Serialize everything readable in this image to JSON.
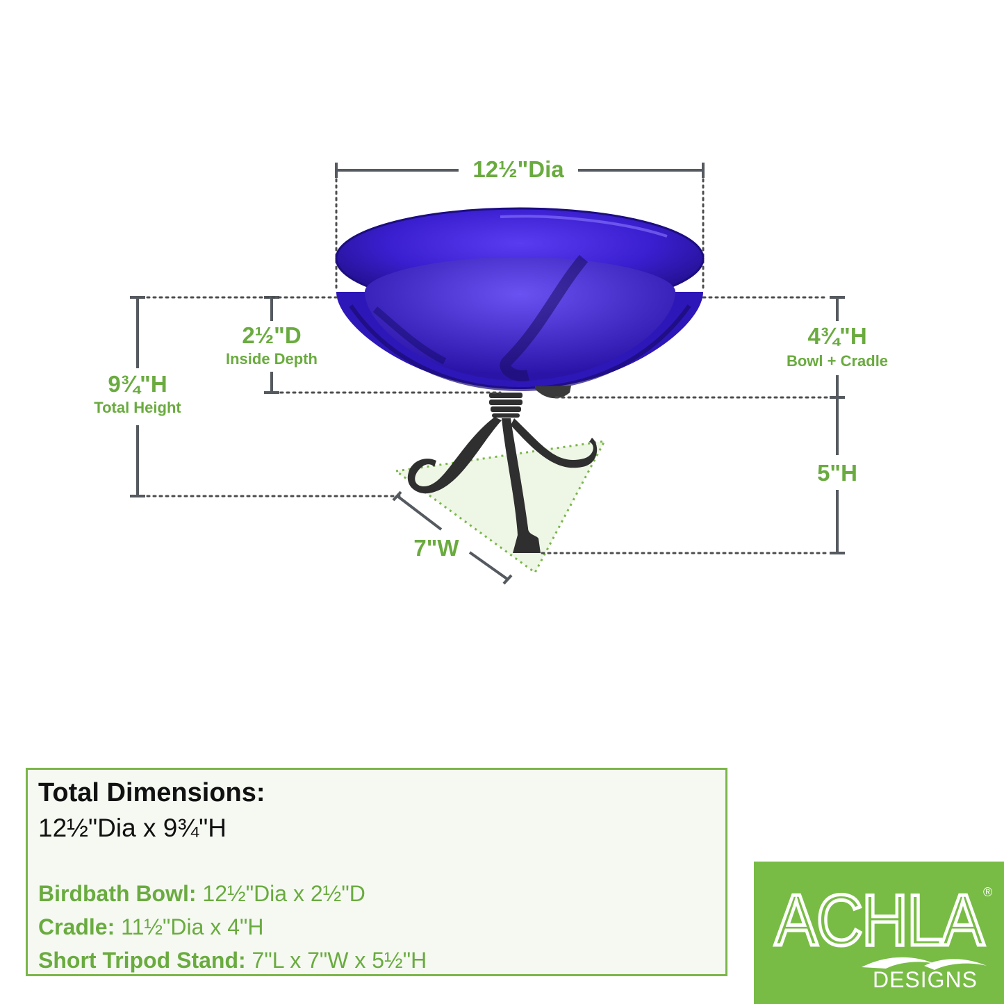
{
  "dimensions": {
    "diameter": "12½\"Dia",
    "inside_depth": "2½\"D",
    "inside_depth_sub": "Inside Depth",
    "total_height": "9¾\"H",
    "total_height_sub": "Total Height",
    "bowl_cradle": "4¾\"H",
    "bowl_cradle_sub": "Bowl + Cradle",
    "stand_height": "5\"H",
    "stand_width": "7\"W"
  },
  "specs": {
    "title": "Total Dimensions:",
    "total": "12½\"Dia x 9¾\"H",
    "items": [
      {
        "label": "Birdbath Bowl:",
        "value": "12½\"Dia x 2½\"D"
      },
      {
        "label": "Cradle:",
        "value": "11½\"Dia x 4\"H"
      },
      {
        "label": "Short Tripod Stand:",
        "value": "7\"L x 7\"W x 5½\"H"
      }
    ]
  },
  "logo": {
    "wordmark": "ACHLA",
    "registered": "®",
    "tagline": "DESIGNS"
  },
  "colors": {
    "accent_green": "#6aab3f",
    "logo_green": "#78bc45",
    "bowl_blue": "#3d1fd0",
    "iron": "#2e2e2e"
  }
}
